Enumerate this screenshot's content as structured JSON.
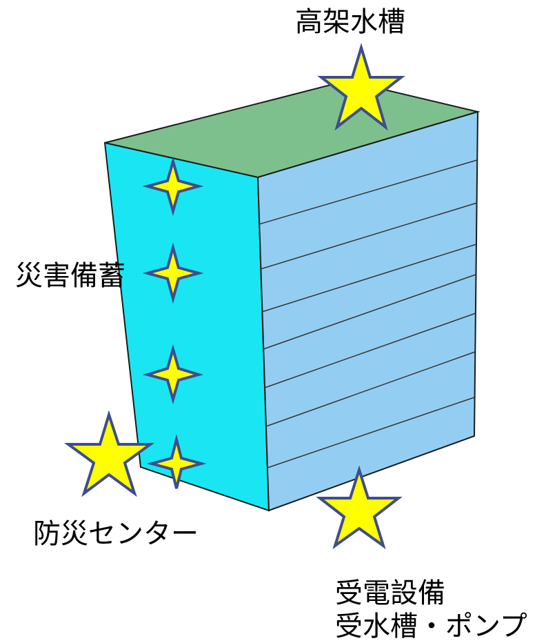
{
  "labels": {
    "tank": "高架水槽",
    "stockpile": "災害備蓄",
    "center": "防災センター",
    "power": "受電設備",
    "pump": "受水槽・ポンプ"
  },
  "colors": {
    "roof": "#7dc08e",
    "left_face": "#19e6f2",
    "right_face": "#94cdf2",
    "star_fill": "#ffff00",
    "star_stroke": "#3d4d8f",
    "outline": "#1a1a1a"
  },
  "icons": {
    "big_star": "star-icon",
    "small_star": "four-point-star-icon"
  }
}
